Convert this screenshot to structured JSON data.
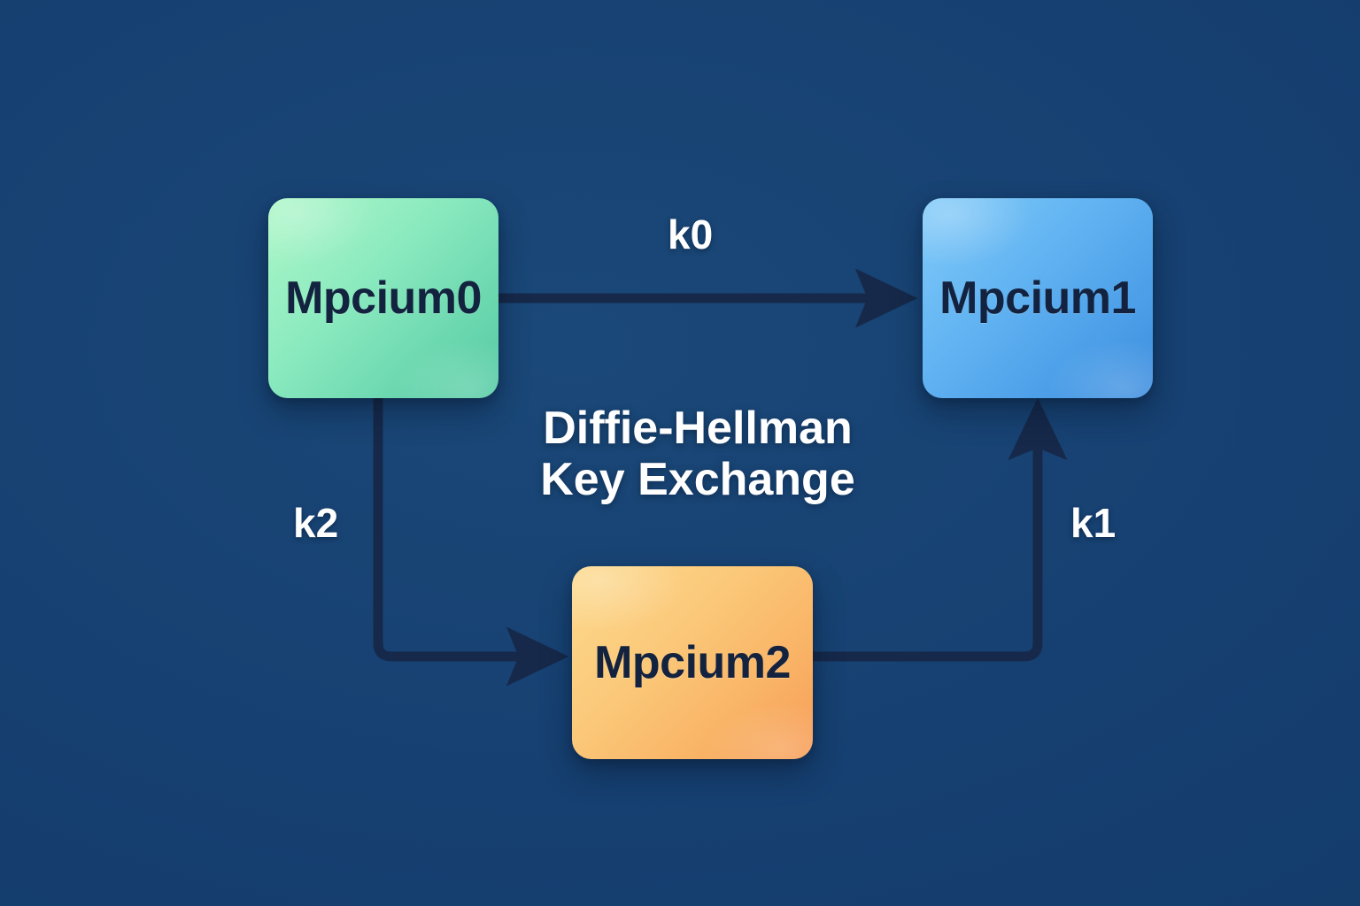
{
  "diagram": {
    "title": "Diffie-Hellman Key Exchange",
    "caption_line1": "Diffie-Hellman",
    "caption_line2": "Key Exchange",
    "background_color": "#164071",
    "arrow_color": "#16294a",
    "nodes": [
      {
        "id": "mpcium0",
        "label": "Mpcium0",
        "color_start": "#abf7c6",
        "color_end": "#55cba4",
        "text_color": "#13233f"
      },
      {
        "id": "mpcium1",
        "label": "Mpcium1",
        "color_start": "#80caf9",
        "color_end": "#3d8ddf",
        "text_color": "#13233f"
      },
      {
        "id": "mpcium2",
        "label": "Mpcium2",
        "color_start": "#fdda8d",
        "color_end": "#f79d58",
        "text_color": "#13233f"
      }
    ],
    "edges": [
      {
        "id": "k0",
        "label": "k0",
        "from": "Mpcium0",
        "to": "Mpcium1",
        "label_color": "#ffffff"
      },
      {
        "id": "k2",
        "label": "k2",
        "from": "Mpcium0",
        "to": "Mpcium2",
        "label_color": "#ffffff"
      },
      {
        "id": "k1",
        "label": "k1",
        "from": "Mpcium2",
        "to": "Mpcium1",
        "label_color": "#ffffff"
      }
    ]
  }
}
